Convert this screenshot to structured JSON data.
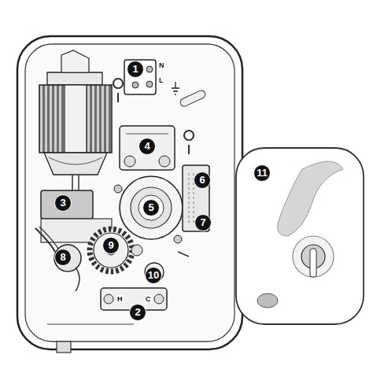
{
  "diagram": {
    "labels": [
      "1",
      "N",
      "L",
      "4",
      "6",
      "3",
      "5",
      "7",
      "8",
      "9",
      "10",
      "2",
      "H",
      "C",
      "11"
    ]
  }
}
